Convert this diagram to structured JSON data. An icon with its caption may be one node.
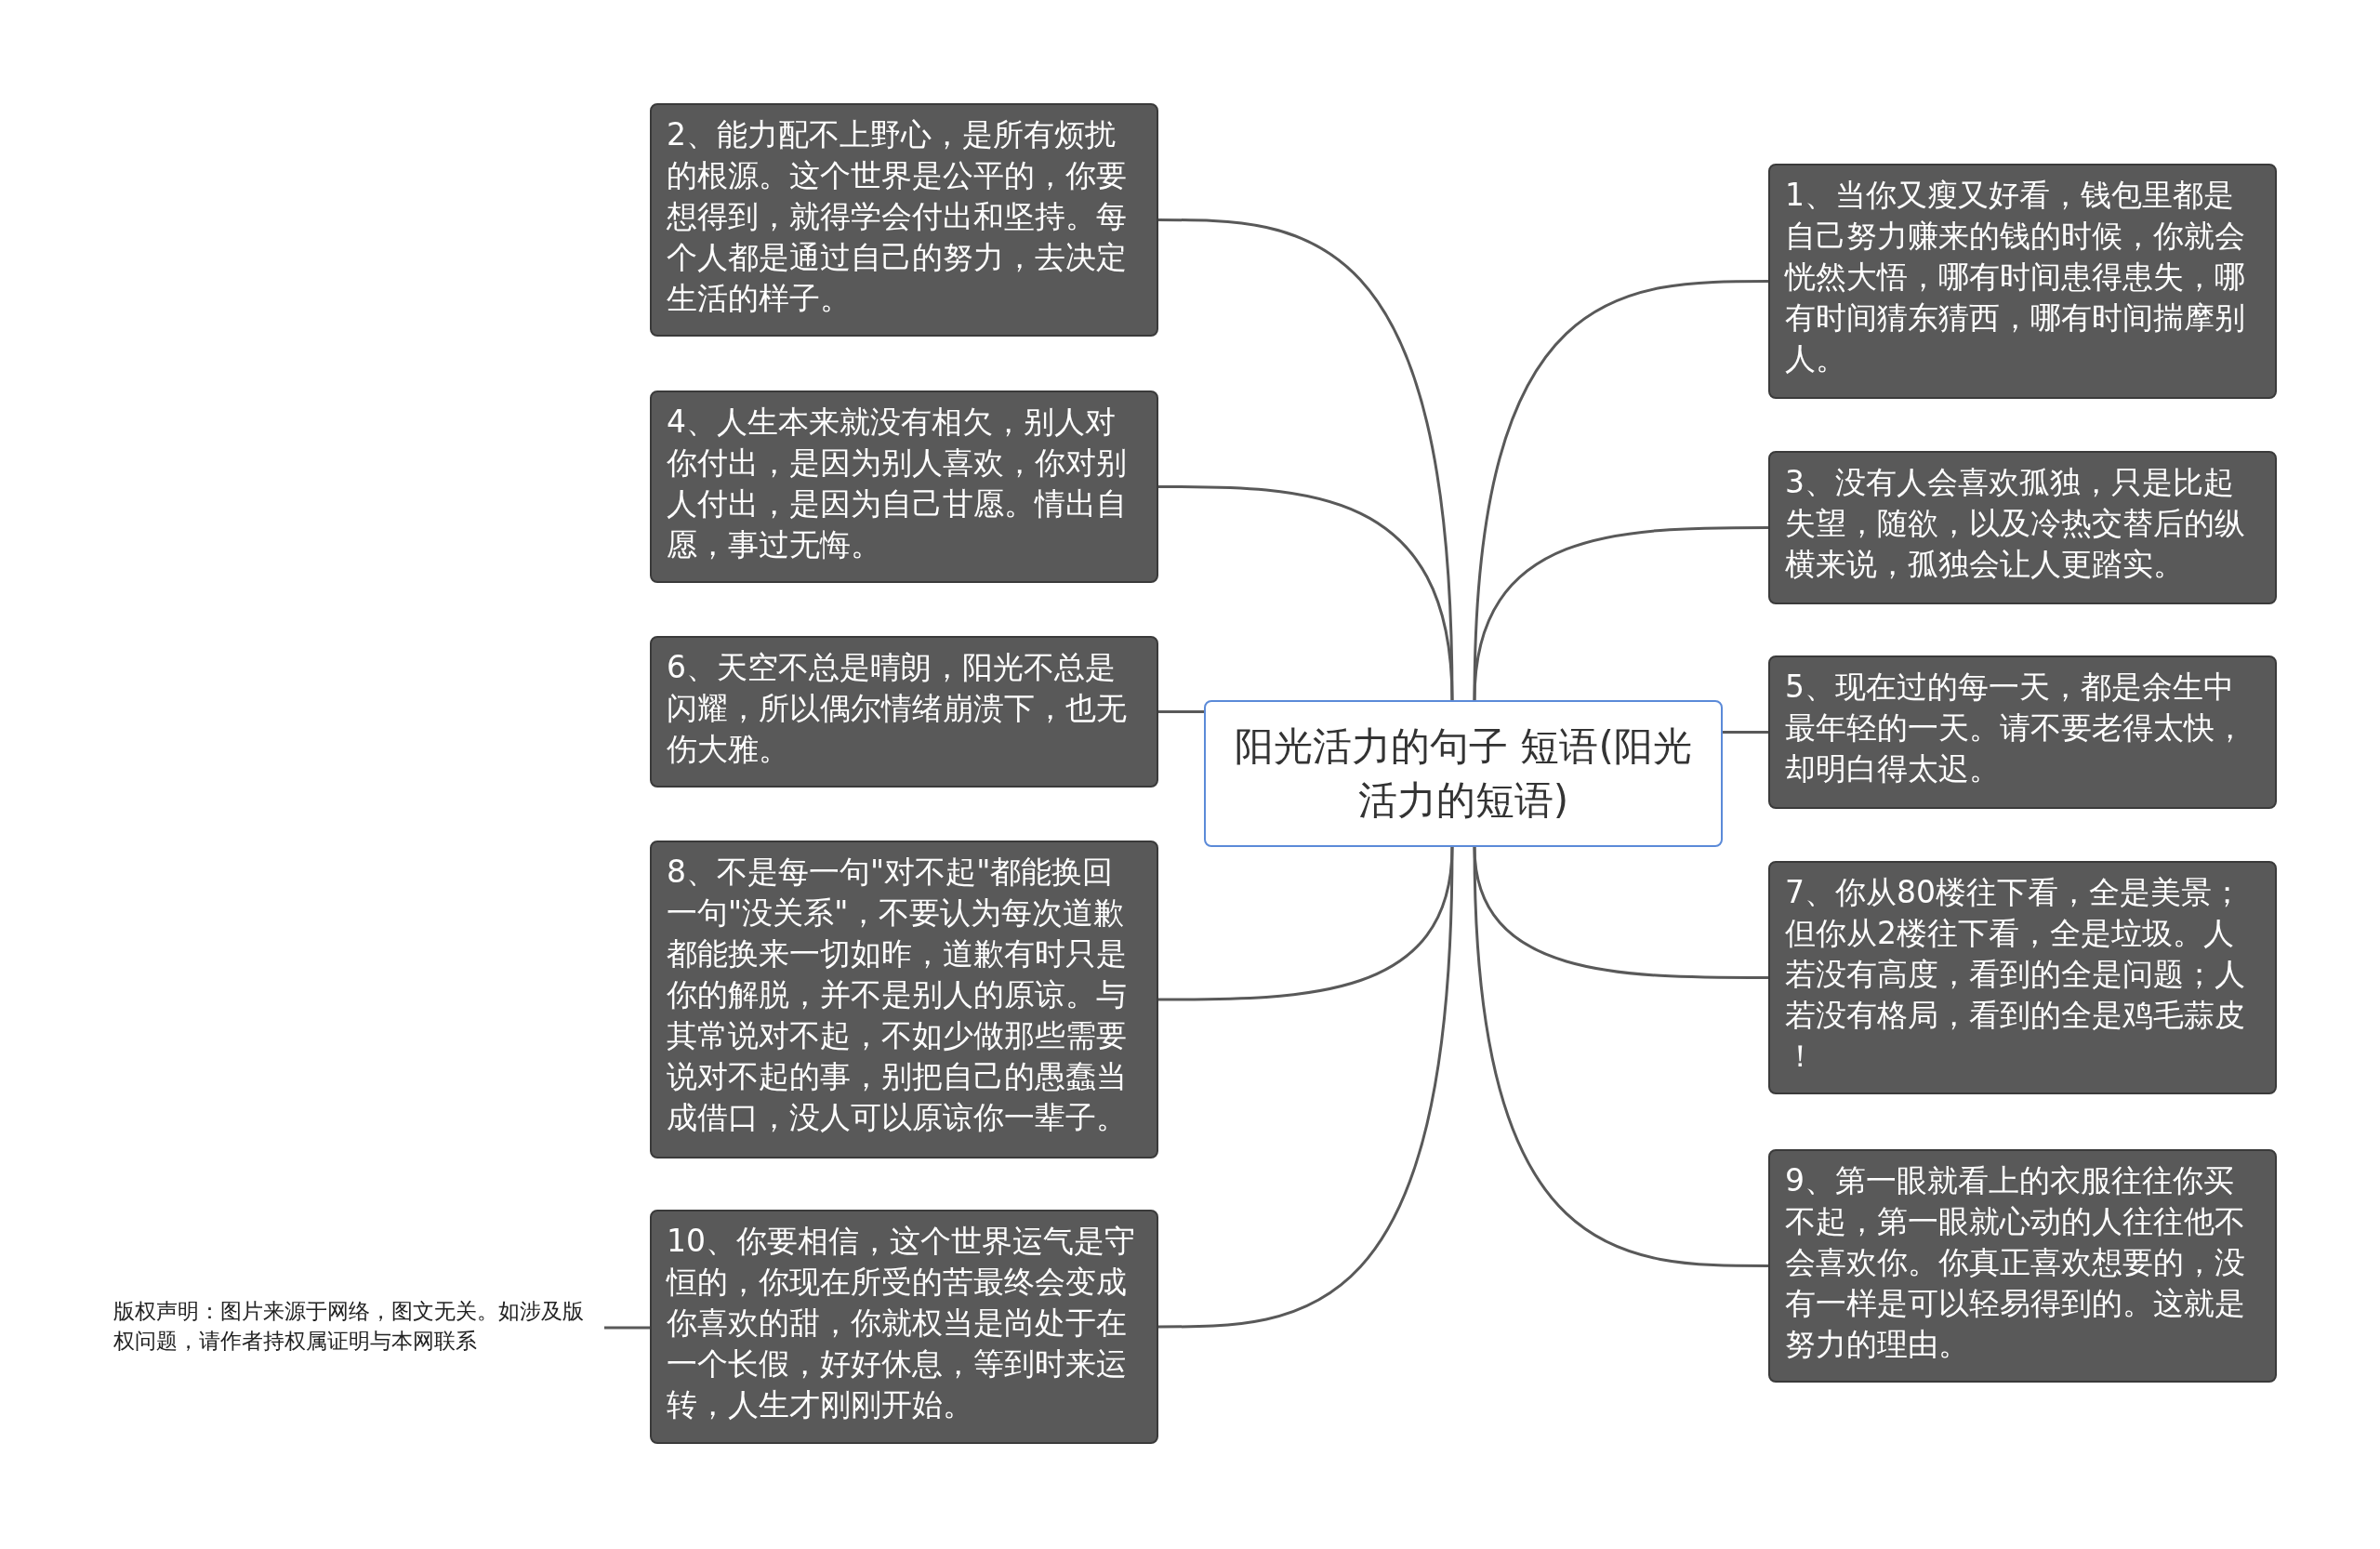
{
  "diagram": {
    "nodes": [
      {
        "text": [
          "阳光活力的句子 短语(阳光活力的短语)"
        ]
      },
      {
        "text": [
          "1、当你又瘦又好看，钱包里都是自己努力赚来的钱的时候，你就会恍然大悟，哪有时间患得患失，哪有时间猜东猜西，哪有时间揣摩别人。"
        ]
      },
      {
        "text": [
          "2、能力配不上野心，是所有烦扰的根源。这个世界是公平的，你要想得到，就得学会付出和坚持。每个人都是通过自己的努力，去决定生活的样子。"
        ]
      },
      {
        "text": [
          "3、没有人会喜欢孤独，只是比起失望，随欲，以及冷热交替后的纵横来说，孤独会让人更踏实。"
        ]
      },
      {
        "text": [
          "4、人生本来就没有相欠，别人对你付出，是因为别人喜欢，你对别人付出，是因为自己甘愿。情出自愿，事过无悔。"
        ]
      },
      {
        "text": [
          "5、现在过的每一天，都是余生中最年轻的一天。请不要老得太快，却明白得太迟。"
        ]
      },
      {
        "text": [
          "6、天空不总是晴朗，阳光不总是闪耀，所以偶尔情绪崩溃下，也无伤大雅。"
        ]
      },
      {
        "text": [
          "7、你从80楼往下看，全是美景；但你从2楼往下看，全是垃圾。人若没有高度，看到的全是问题；人若没有格局，看到的全是鸡毛蒜皮！"
        ]
      },
      {
        "text": [
          "8、不是每一句\"对不起\"都能换回一句\"没关系\"，不要认为每次道歉都能换来一切如昨，道歉有时只是你的解脱，并不是别人的原谅。与其常说对不起，不如少做那些需要说对不起的事，别把自己的愚蠢当成借口，没人可以原谅你一辈子。"
        ]
      },
      {
        "text": [
          "9、第一眼就看上的衣服往往你买不起，第一眼就心动的人往往他不会喜欢你。你真正喜欢想要的，没有一样是可以轻易得到的。这就是努力的理由。"
        ]
      },
      {
        "text": [
          "10、你要相信，这个世界运气是守恒的，你现在所受的苦最终会变成你喜欢的甜，你就权当是尚处于在一个长假，好好休息，等到时来运转，人生才刚刚开始。"
        ]
      },
      {
        "text": [
          "版权声明：图片来源于网络，图文无关。如涉及版权问题，请作者持权属证明与本网联系"
        ]
      }
    ],
    "edges": [
      {
        "from": 0,
        "to": 1,
        "arrow": "none"
      },
      {
        "from": 0,
        "to": 2,
        "arrow": "none"
      },
      {
        "from": 0,
        "to": 3,
        "arrow": "none"
      },
      {
        "from": 0,
        "to": 4,
        "arrow": "none"
      },
      {
        "from": 0,
        "to": 5,
        "arrow": "none"
      },
      {
        "from": 0,
        "to": 6,
        "arrow": "none"
      },
      {
        "from": 0,
        "to": 7,
        "arrow": "none"
      },
      {
        "from": 0,
        "to": 8,
        "arrow": "none"
      },
      {
        "from": 0,
        "to": 9,
        "arrow": "none"
      },
      {
        "from": 0,
        "to": 10,
        "arrow": "none"
      },
      {
        "from": 10,
        "to": 11,
        "arrow": "none"
      }
    ]
  }
}
